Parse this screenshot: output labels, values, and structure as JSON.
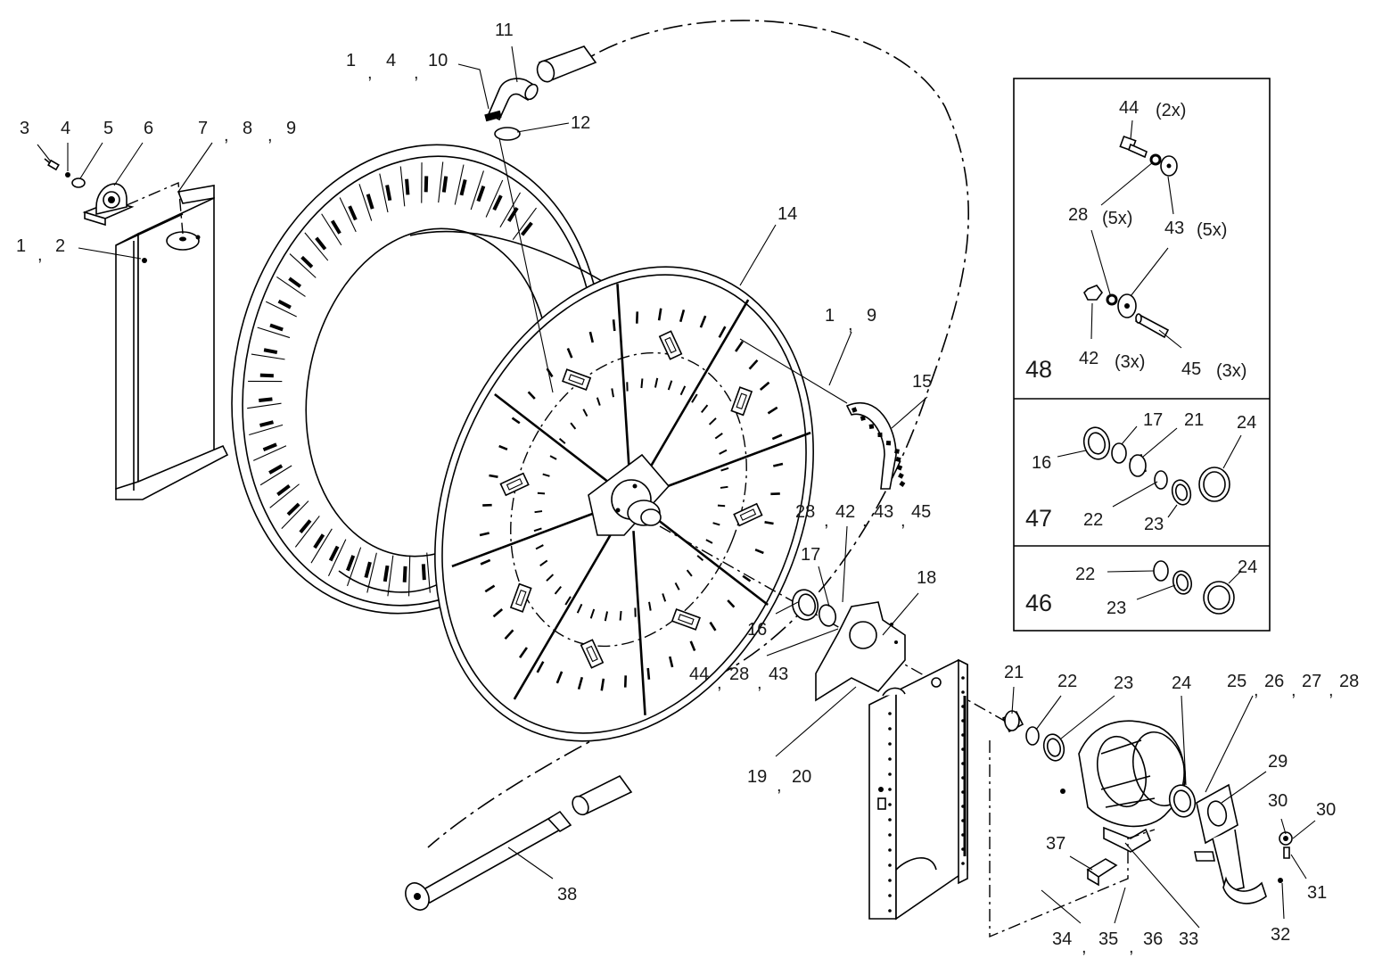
{
  "callouts": [
    {
      "id": "c-3",
      "text": "3"
    },
    {
      "id": "c-4a",
      "text": "4"
    },
    {
      "id": "c-5",
      "text": "5"
    },
    {
      "id": "c-6",
      "text": "6"
    },
    {
      "id": "c-7",
      "text": "7"
    },
    {
      "id": "c-comma-7",
      "text": ","
    },
    {
      "id": "c-8",
      "text": "8"
    },
    {
      "id": "c-comma-8",
      "text": ","
    },
    {
      "id": "c-9a",
      "text": "9"
    },
    {
      "id": "c-1a",
      "text": "1"
    },
    {
      "id": "c-comma-1a",
      "text": ","
    },
    {
      "id": "c-2",
      "text": "2"
    },
    {
      "id": "c-1b",
      "text": "1"
    },
    {
      "id": "c-comma-1b",
      "text": ","
    },
    {
      "id": "c-4b",
      "text": "4"
    },
    {
      "id": "c-comma-4b",
      "text": ","
    },
    {
      "id": "c-10",
      "text": "10"
    },
    {
      "id": "c-11",
      "text": "11"
    },
    {
      "id": "c-12",
      "text": "12"
    },
    {
      "id": "c-14",
      "text": "14"
    },
    {
      "id": "c-1c",
      "text": "1"
    },
    {
      "id": "c-comma-1c",
      "text": ","
    },
    {
      "id": "c-9b",
      "text": "9"
    },
    {
      "id": "c-15",
      "text": "15"
    },
    {
      "id": "c-28a",
      "text": "28"
    },
    {
      "id": "c-comma-28a",
      "text": ","
    },
    {
      "id": "c-42a",
      "text": "42"
    },
    {
      "id": "c-comma-42a",
      "text": ","
    },
    {
      "id": "c-43a",
      "text": "43"
    },
    {
      "id": "c-comma-43a",
      "text": ","
    },
    {
      "id": "c-45a",
      "text": "45"
    },
    {
      "id": "c-17a",
      "text": "17"
    },
    {
      "id": "c-18",
      "text": "18"
    },
    {
      "id": "c-16a",
      "text": "16"
    },
    {
      "id": "c-44a",
      "text": "44"
    },
    {
      "id": "c-comma-44a",
      "text": ","
    },
    {
      "id": "c-28b",
      "text": "28"
    },
    {
      "id": "c-comma-28b",
      "text": ","
    },
    {
      "id": "c-43b",
      "text": "43"
    },
    {
      "id": "c-19",
      "text": "19"
    },
    {
      "id": "c-comma-19",
      "text": ","
    },
    {
      "id": "c-20",
      "text": "20"
    },
    {
      "id": "c-21a",
      "text": "21"
    },
    {
      "id": "c-22a",
      "text": "22"
    },
    {
      "id": "c-23a",
      "text": "23"
    },
    {
      "id": "c-24a",
      "text": "24"
    },
    {
      "id": "c-25",
      "text": "25"
    },
    {
      "id": "c-comma-25",
      "text": ","
    },
    {
      "id": "c-26",
      "text": "26"
    },
    {
      "id": "c-comma-26",
      "text": ","
    },
    {
      "id": "c-27",
      "text": "27"
    },
    {
      "id": "c-comma-27",
      "text": ","
    },
    {
      "id": "c-28c",
      "text": "28"
    },
    {
      "id": "c-29",
      "text": "29"
    },
    {
      "id": "c-30a",
      "text": "30"
    },
    {
      "id": "c-30b",
      "text": "30"
    },
    {
      "id": "c-31",
      "text": "31"
    },
    {
      "id": "c-32",
      "text": "32"
    },
    {
      "id": "c-33",
      "text": "33"
    },
    {
      "id": "c-34",
      "text": "34"
    },
    {
      "id": "c-comma-34",
      "text": ","
    },
    {
      "id": "c-35",
      "text": "35"
    },
    {
      "id": "c-comma-35",
      "text": ","
    },
    {
      "id": "c-36",
      "text": "36"
    },
    {
      "id": "c-37",
      "text": "37"
    },
    {
      "id": "c-38",
      "text": "38"
    }
  ],
  "inset48": {
    "kit_number": "48",
    "labels": [
      {
        "id": "k48-44",
        "text": "44"
      },
      {
        "id": "k48-44q",
        "text": "(2x)"
      },
      {
        "id": "k48-28",
        "text": "28"
      },
      {
        "id": "k48-28q",
        "text": "(5x)"
      },
      {
        "id": "k48-43",
        "text": "43"
      },
      {
        "id": "k48-43q",
        "text": "(5x)"
      },
      {
        "id": "k48-42",
        "text": "42"
      },
      {
        "id": "k48-42q",
        "text": "(3x)"
      },
      {
        "id": "k48-45",
        "text": "45"
      },
      {
        "id": "k48-45q",
        "text": "(3x)"
      }
    ]
  },
  "inset47": {
    "kit_number": "47",
    "labels": [
      {
        "id": "k47-16",
        "text": "16"
      },
      {
        "id": "k47-17",
        "text": "17"
      },
      {
        "id": "k47-21",
        "text": "21"
      },
      {
        "id": "k47-24",
        "text": "24"
      },
      {
        "id": "k47-22",
        "text": "22"
      },
      {
        "id": "k47-23",
        "text": "23"
      }
    ]
  },
  "inset46": {
    "kit_number": "46",
    "labels": [
      {
        "id": "k46-22",
        "text": "22"
      },
      {
        "id": "k46-24",
        "text": "24"
      },
      {
        "id": "k46-23",
        "text": "23"
      }
    ]
  }
}
